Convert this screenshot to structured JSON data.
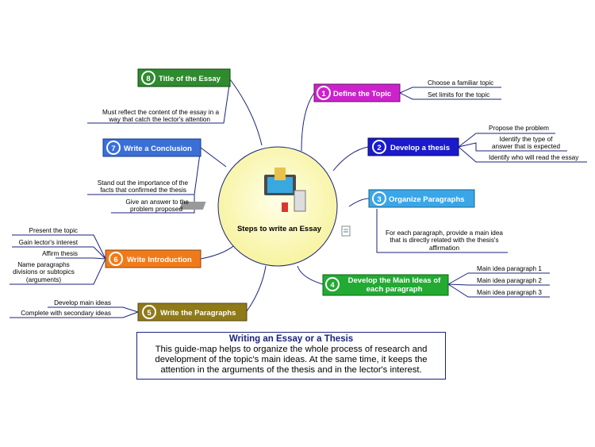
{
  "center": {
    "label": "Steps to write an Essay"
  },
  "topics": [
    {
      "num": "8",
      "label": "Title of the Essay",
      "color": "#2e8b2e"
    },
    {
      "num": "1",
      "label": "Define the Topic",
      "color": "#cc22cc"
    },
    {
      "num": "2",
      "label": "Develop a thesis",
      "color": "#1a1acc"
    },
    {
      "num": "7",
      "label": "Write a Conclusion",
      "color": "#3a6fd8"
    },
    {
      "num": "3",
      "label": "Organize Paragraphs",
      "color": "#3aa6e8"
    },
    {
      "num": "6",
      "label": "Write Introduction",
      "color": "#f07a1a"
    },
    {
      "num": "4",
      "label": "Develop the Main Ideas of",
      "label2": "each paragraph",
      "color": "#22aa33"
    },
    {
      "num": "5",
      "label": "Write the Paragraphs",
      "color": "#8f7a1a"
    }
  ],
  "subtopics": {
    "define": [
      "Choose a familiar topic",
      "Set limits for the topic"
    ],
    "thesis": [
      "Propose the problem",
      "Identify the type of",
      "answer that is expected",
      "Identify who will read the essay"
    ],
    "title": [
      "Must reflect the content of the essay in a",
      "way that catch the lector's attention"
    ],
    "conclusion": [
      "Stand out the importance of the",
      "facts that confirmed the thesis",
      "Give an answer to the",
      "problem proposed"
    ],
    "organize": [
      "For each paragraph, provide a main idea",
      "that is directly related with the thesis's",
      "affirmation"
    ],
    "intro": [
      "Present the topic",
      "Gain lector's interest",
      "Affirm thesis",
      "Name paragraphs",
      "divisions or subtopics",
      "(arguments)"
    ],
    "mainideas": [
      "Main idea paragraph 1",
      "Main idea paragraph 2",
      "Main idea paragraph 3"
    ],
    "paragraphs": [
      "Develop main ideas",
      "Complete with secondary ideas"
    ]
  },
  "note": {
    "title": "Writing an Essay or a Thesis",
    "body": "This guide-map helps to organize the whole process of research and development of the topic's main ideas. At the same time, it keeps the attention in the arguments of the thesis and in the lector's interest."
  }
}
